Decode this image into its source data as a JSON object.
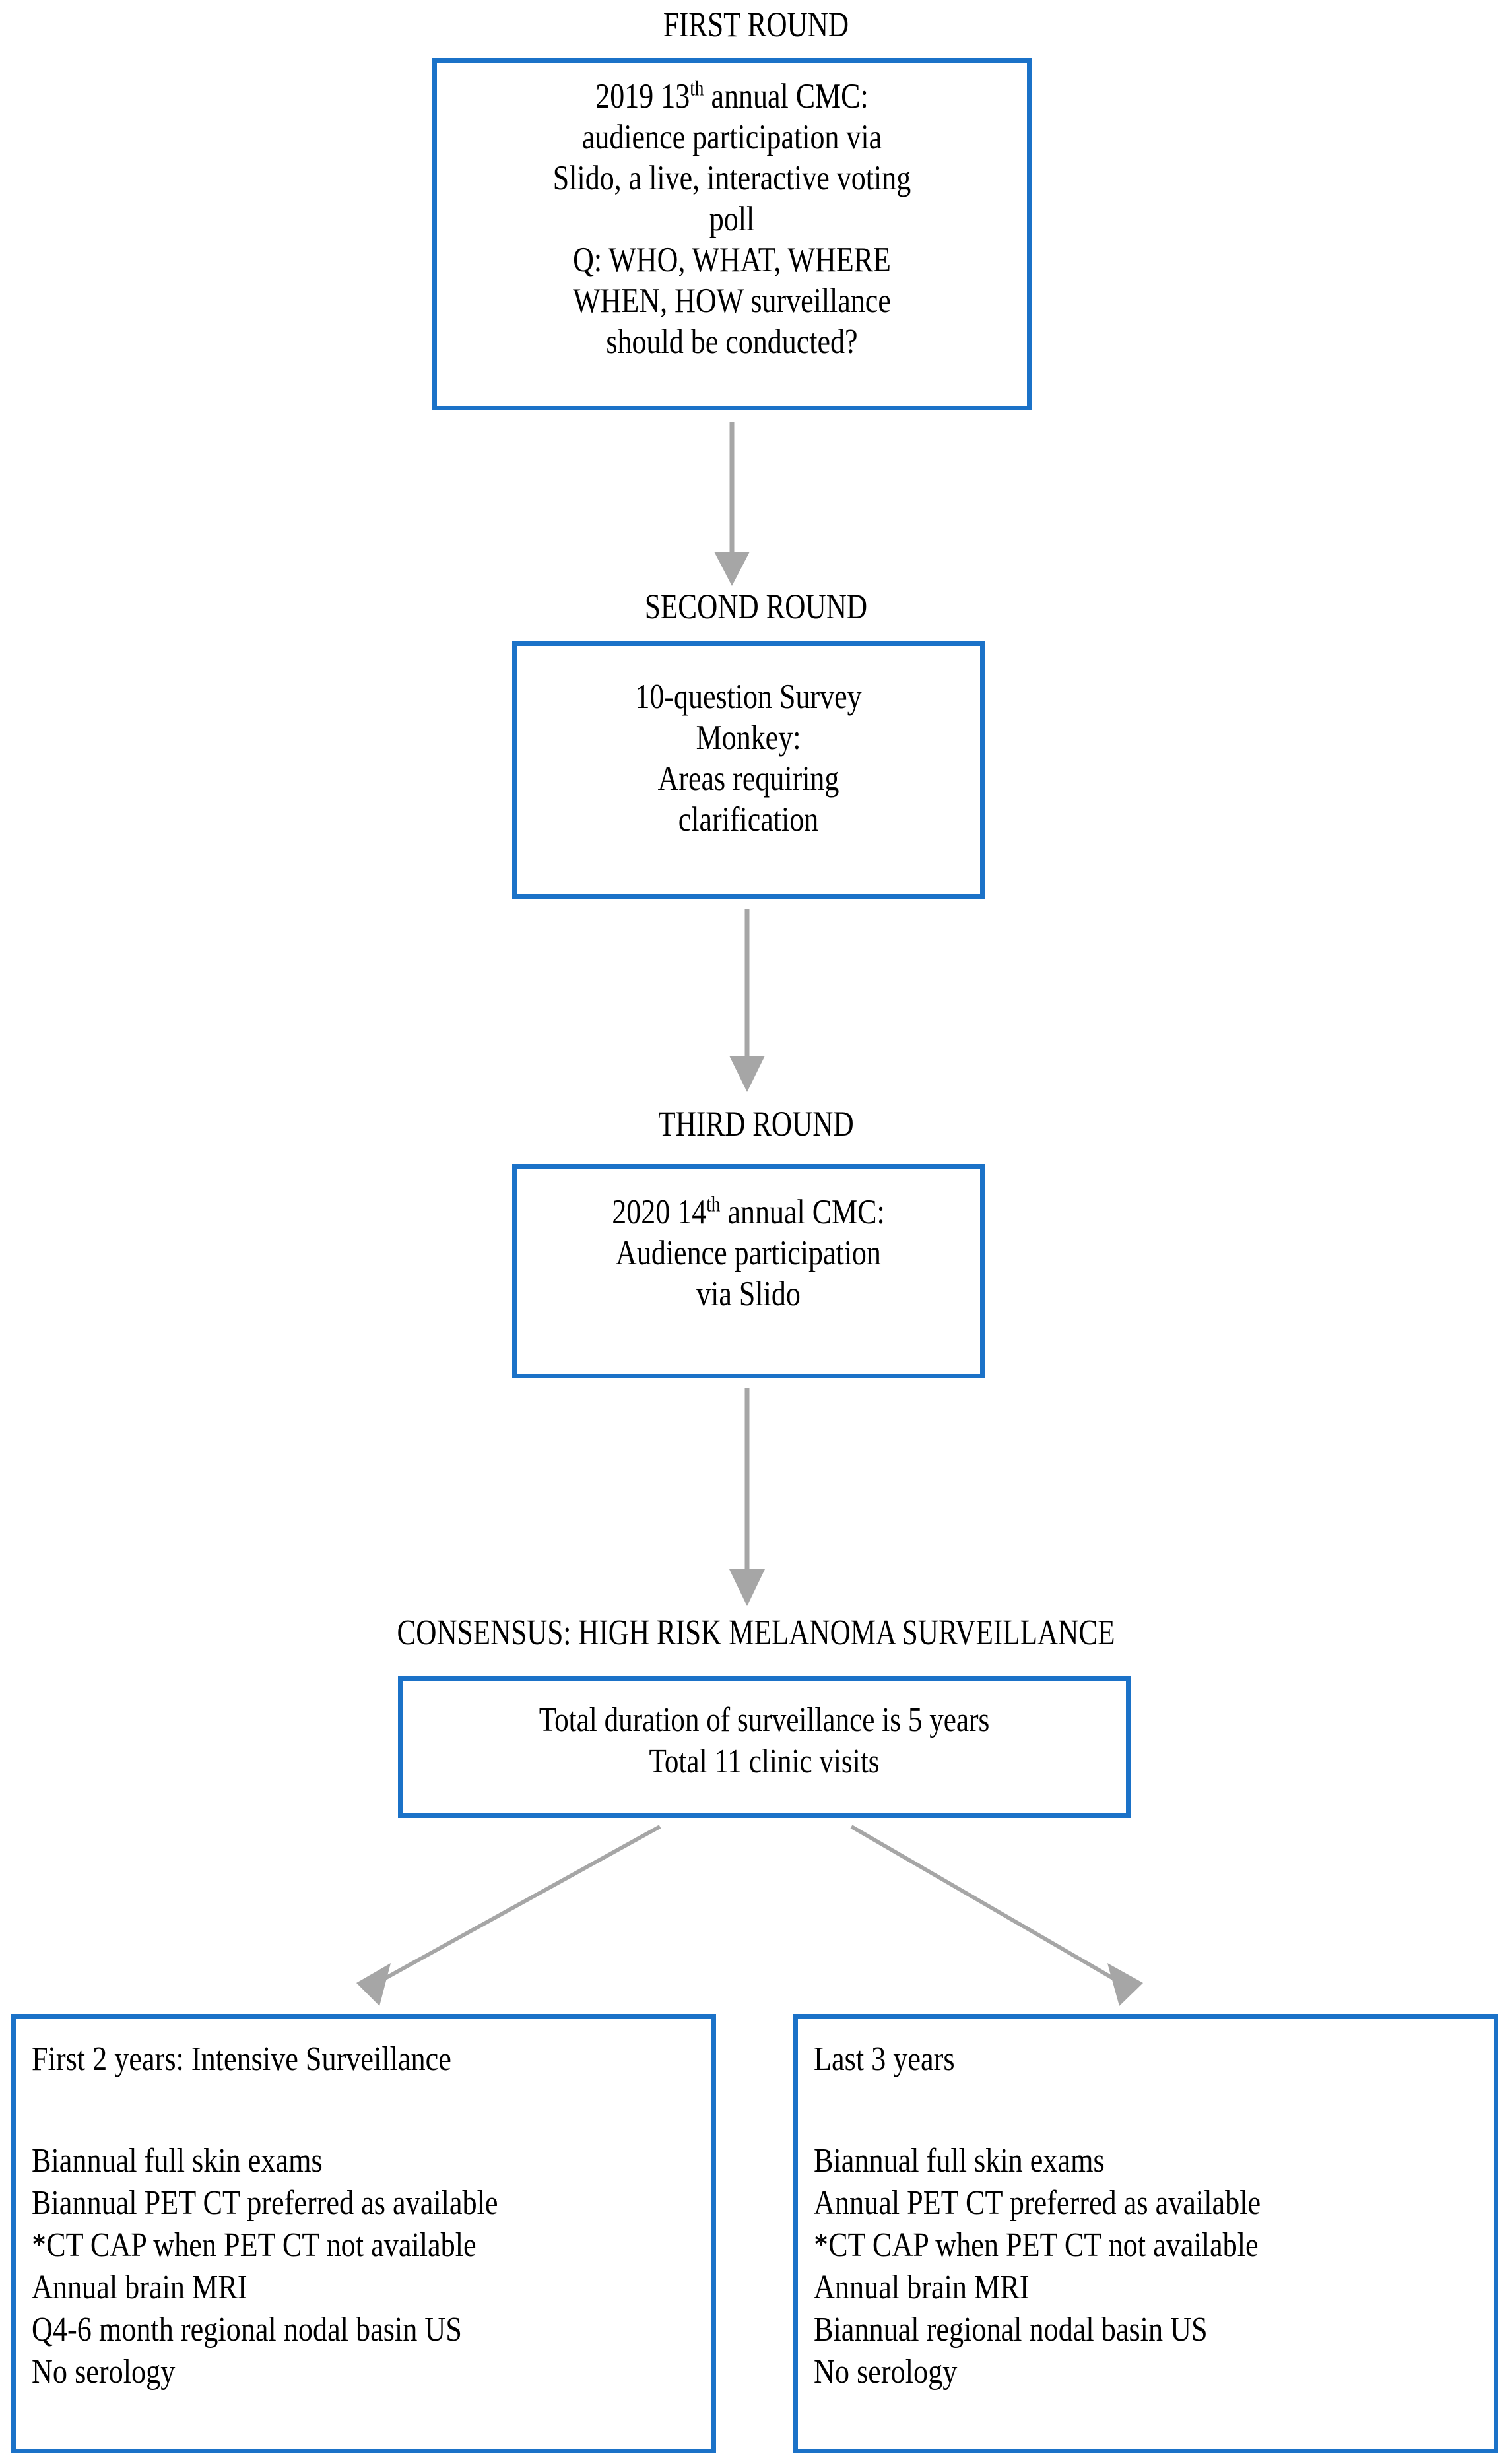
{
  "diagram": {
    "title": "High risk melanoma surveillance consensus process",
    "accent_color": "#1b72c8",
    "arrow_color": "#a6a6a6",
    "text_color": "#000000",
    "background_color": "#ffffff"
  },
  "nodes": {
    "first_round": {
      "heading": "FIRST ROUND",
      "year": "2019",
      "ordinal": "13",
      "ordinal_suffix": "th",
      "body_after_ordinal": " annual CMC:",
      "body_rest": "audience participation via\nSlido, a live, interactive voting\npoll\nQ: WHO, WHAT, WHERE\nWHEN, HOW surveillance\nshould be conducted?"
    },
    "second_round": {
      "heading": "SECOND ROUND",
      "body": "10-question Survey\nMonkey:\nAreas requiring\nclarification"
    },
    "third_round": {
      "heading": "THIRD ROUND",
      "year": "2020",
      "ordinal": "14",
      "ordinal_suffix": "th",
      "body_after_ordinal": " annual CMC:",
      "body_rest": "Audience participation\nvia Slido"
    },
    "consensus": {
      "heading": "CONSENSUS: HIGH RISK MELANOMA SURVEILLANCE",
      "body": "Total duration of surveillance is 5 years\nTotal 11 clinic visits"
    },
    "left_arm": {
      "title": "First 2 years: Intensive Surveillance",
      "items": [
        "Biannual full skin exams",
        "Biannual PET CT preferred as available",
        "*CT CAP when PET CT not available",
        "Annual brain MRI",
        "Q4-6 month regional nodal basin US",
        "No serology"
      ]
    },
    "right_arm": {
      "title": "Last 3 years",
      "items": [
        "Biannual full skin exams",
        "Annual PET CT preferred as available",
        "*CT CAP when PET CT not available",
        "Annual brain MRI",
        "Biannual regional nodal basin US",
        "No serology"
      ]
    }
  },
  "connectors": [
    {
      "name": "first-to-second",
      "kind": "vertical-arrow"
    },
    {
      "name": "second-to-third",
      "kind": "vertical-arrow"
    },
    {
      "name": "third-to-consensus",
      "kind": "vertical-arrow"
    },
    {
      "name": "consensus-to-left-arm",
      "kind": "diagonal-arrow"
    },
    {
      "name": "consensus-to-right-arm",
      "kind": "diagonal-arrow"
    }
  ]
}
